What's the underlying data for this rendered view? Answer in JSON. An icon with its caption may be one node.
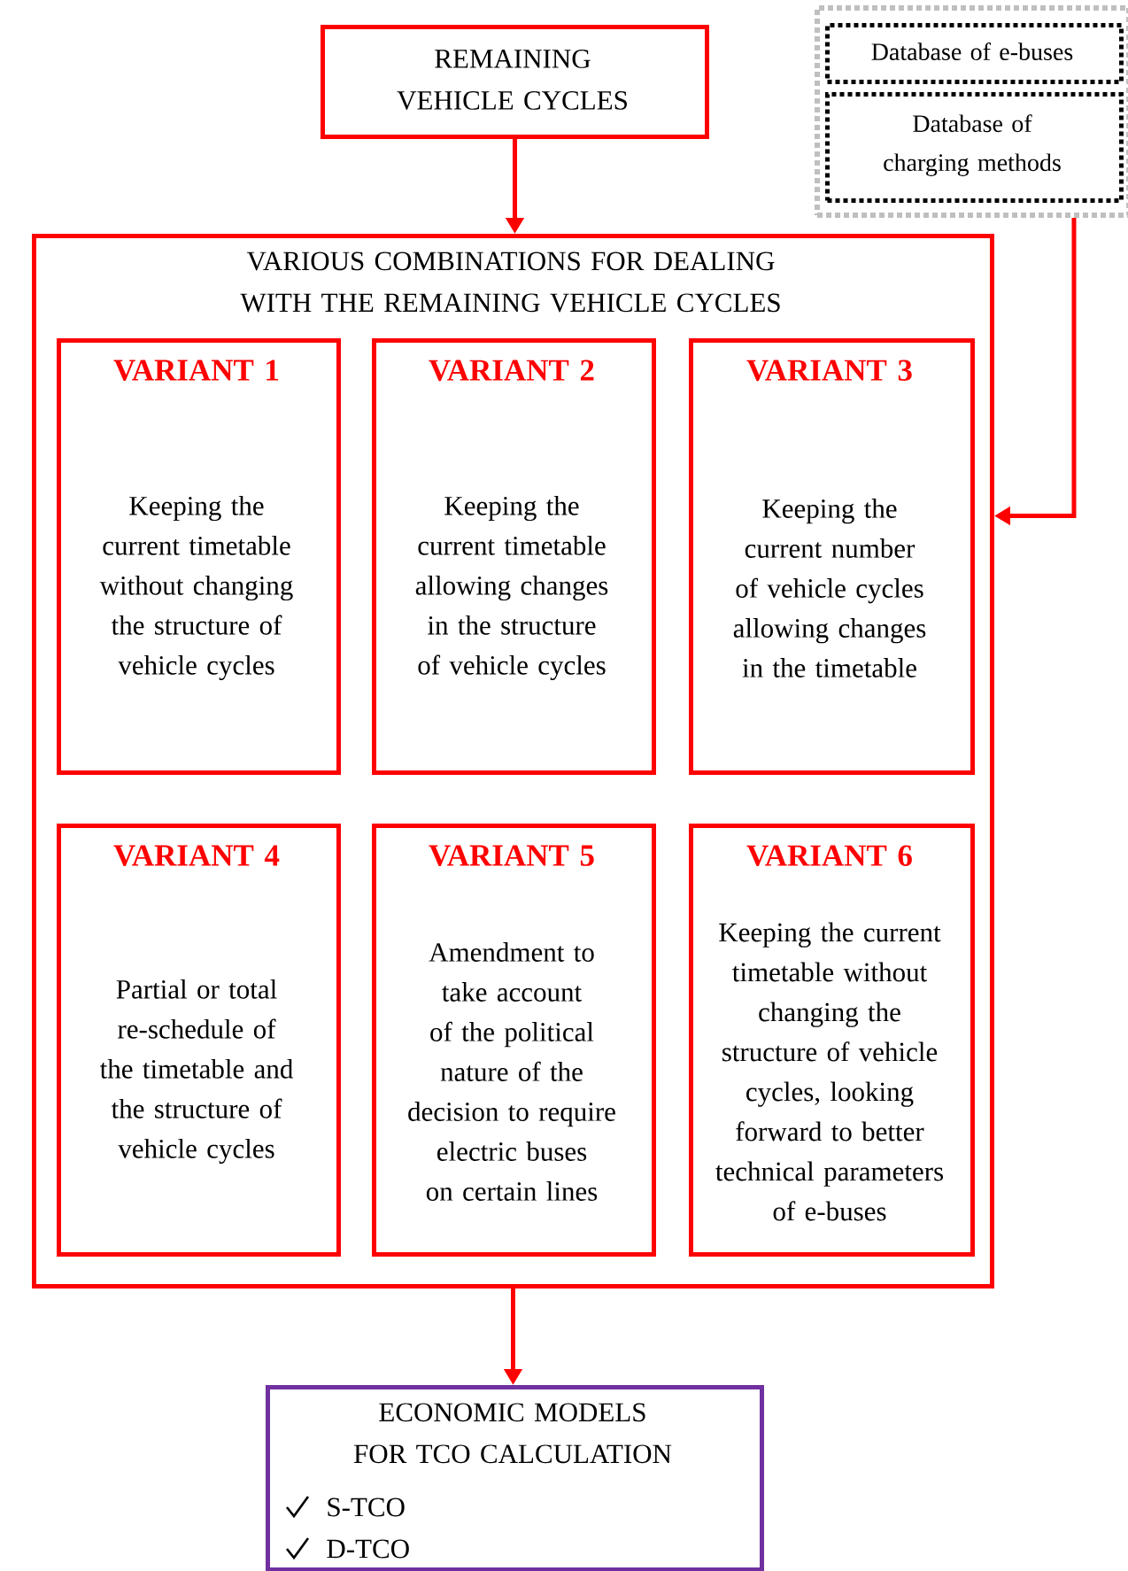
{
  "diagram": {
    "nodes": [
      {
        "text": [
          "REMAINING VEHICLE CYCLES"
        ]
      },
      {
        "text": [],
        "shape": "box"
      },
      {
        "text": [
          "Database of e-buses"
        ],
        "in": 1
      },
      {
        "text": [
          "Database of charging methods"
        ],
        "in": 1
      },
      {
        "text": [
          "VARIOUS COMBINATIONS FOR DEALING WITH THE REMAINING VEHICLE CYCLES"
        ]
      },
      {
        "text": [
          "VARIANT 1",
          "Keeping the current timetable without changing the structure of vehicle cycles"
        ],
        "in": 4
      },
      {
        "text": [
          "VARIANT 2",
          "Keeping the current timetable allowing changes in the structure of vehicle cycles"
        ],
        "in": 4
      },
      {
        "text": [
          "VARIANT 3",
          "Keeping the current number of vehicle cycles allowing changes in the timetable"
        ],
        "in": 4
      },
      {
        "text": [
          "VARIANT 4",
          "Partial or total re-schedule of the timetable and the structure of vehicle cycles"
        ],
        "in": 4
      },
      {
        "text": [
          "VARIANT 5",
          "Amendment to take account of the political nature of the decision to require electric buses on certain lines"
        ],
        "in": 4
      },
      {
        "text": [
          "VARIANT 6",
          "Keeping the current timetable without changing the structure of vehicle cycles, looking forward to better technical parameters of e-buses"
        ],
        "in": 4
      },
      {
        "text": [
          "ECONOMIC MODELS FOR TCO CALCULATION",
          "S-TCO",
          "D-TCO"
        ]
      }
    ],
    "edges": [
      {
        "from": 0,
        "to": 4,
        "arrow": "to"
      },
      {
        "from": 1,
        "to": 4,
        "arrow": "to"
      },
      {
        "from": 4,
        "to": 11,
        "arrow": "to"
      }
    ]
  }
}
